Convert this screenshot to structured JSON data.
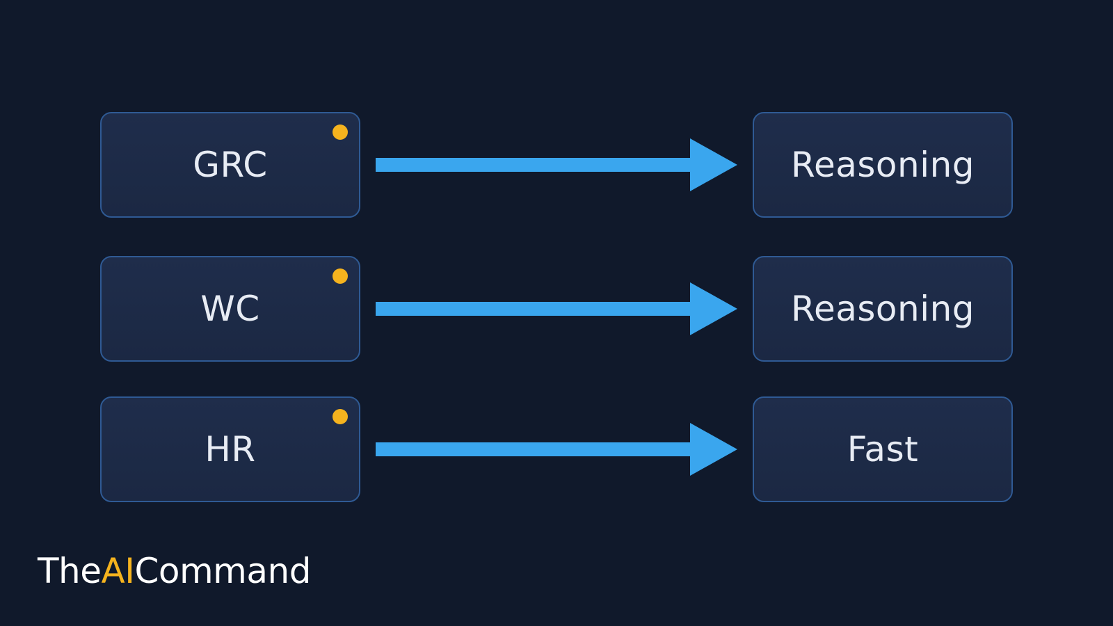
{
  "colors": {
    "background": "#10192b",
    "box_fill": "#1f2d4b",
    "box_border": "#2f5a94",
    "arrow": "#3aa6ee",
    "status_dot": "#f5b31e",
    "text": "#e8ecf4"
  },
  "rows": [
    {
      "source": "GRC",
      "target": "Reasoning",
      "status_dot_icon": "status-dot"
    },
    {
      "source": "WC",
      "target": "Reasoning",
      "status_dot_icon": "status-dot"
    },
    {
      "source": "HR",
      "target": "Fast",
      "status_dot_icon": "status-dot"
    }
  ],
  "arrow_icon": "right-arrow-icon",
  "brand": {
    "part_a": "The",
    "part_b": "AI",
    "part_c": "Command"
  }
}
